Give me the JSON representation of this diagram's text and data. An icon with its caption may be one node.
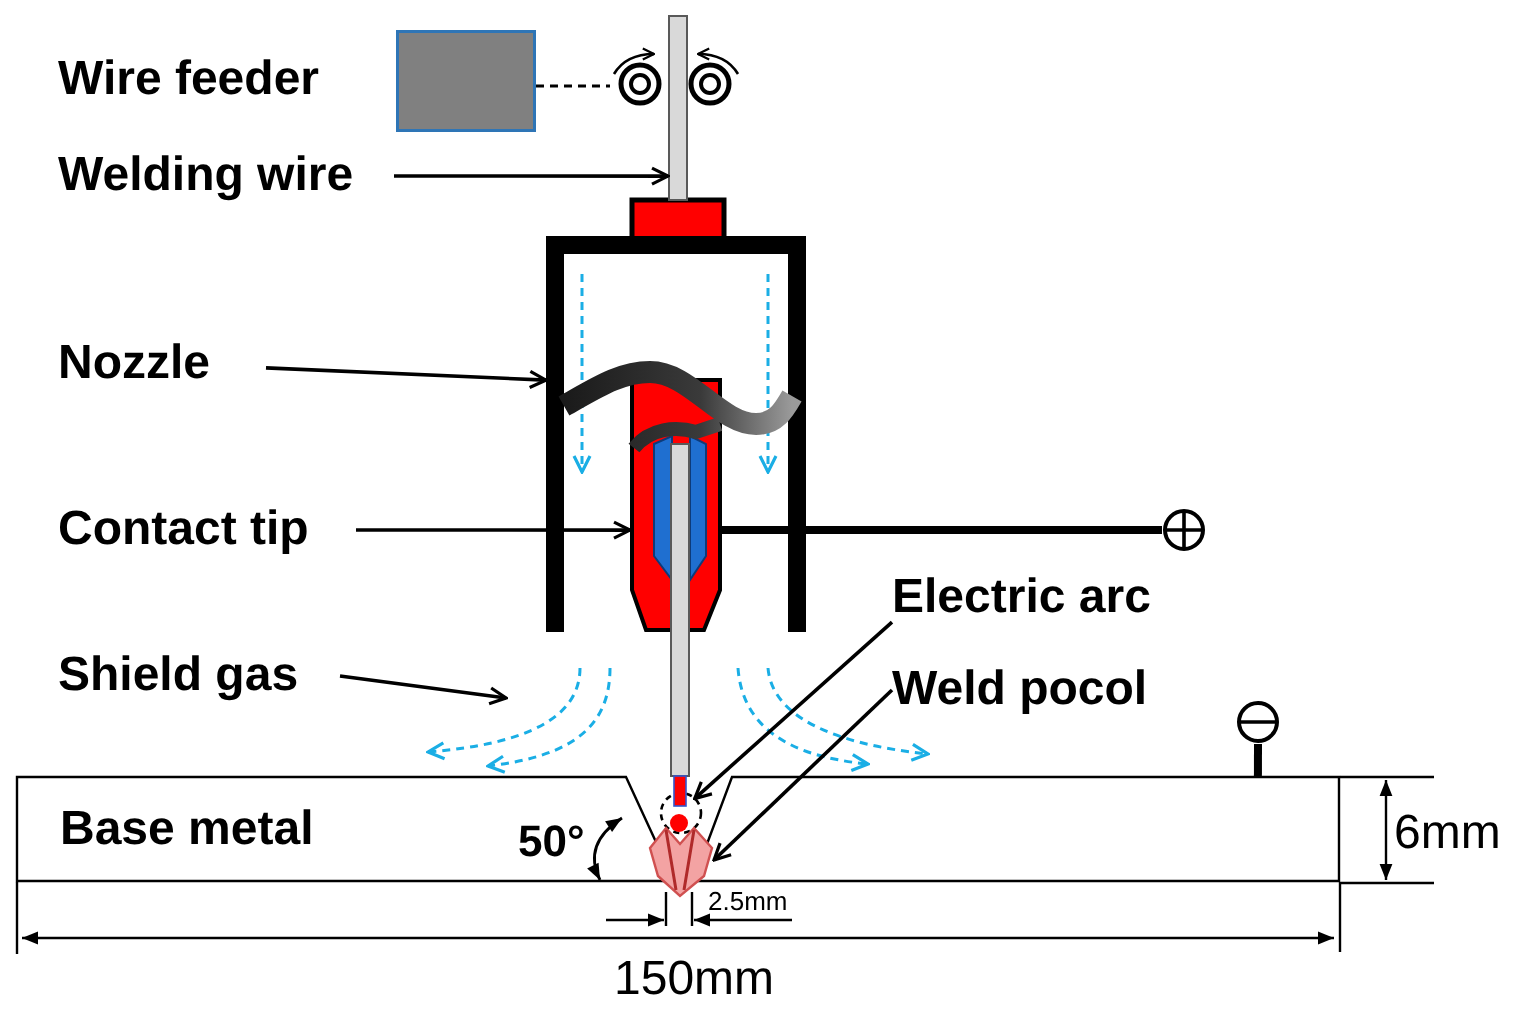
{
  "diagram": {
    "nodes": [
      {
        "text": [],
        "shape": "box"
      },
      {
        "text": [],
        "shape": "circle"
      },
      {
        "text": [
          "Welding wire"
        ]
      },
      {
        "text": [],
        "shape": "bar"
      },
      {
        "text": [
          "Nozzle"
        ]
      },
      {
        "text": [],
        "shape": "box"
      },
      {
        "text": [
          "Contact tip"
        ]
      },
      {
        "text": [],
        "shape": "picture",
        "in": 5
      },
      {
        "text": [],
        "shape": "circle"
      },
      {
        "text": [
          "Electric arc"
        ]
      },
      {
        "text": [
          "Shield gas"
        ]
      },
      {
        "text": [
          "Weld pocol"
        ]
      },
      {
        "text": [],
        "shape": "circle"
      },
      {
        "text": [
          "Base metal"
        ]
      },
      {
        "text": [],
        "shape": "circle",
        "in": 13
      },
      {
        "text": [],
        "shape": "picture"
      }
    ],
    "edges": [
      {
        "from": 0,
        "to": 1,
        "arrow": "none",
        "style": "dashed"
      },
      {
        "from": 2,
        "to": 3,
        "arrow": "to"
      },
      {
        "from": 4,
        "to": 5,
        "arrow": "to"
      },
      {
        "from": 6,
        "to": 7,
        "arrow": "to"
      },
      {
        "from": 7,
        "to": 8,
        "arrow": "none",
        "style": "thick"
      },
      {
        "from": 9,
        "to": 14,
        "arrow": "to"
      },
      {
        "from": 10,
        "to": null,
        "arrow": "to"
      },
      {
        "from": 11,
        "to": 15,
        "arrow": "to"
      },
      {
        "from": 12,
        "to": 13,
        "arrow": "none",
        "style": "thick"
      }
    ],
    "labels": [
      "Wire feeder",
      "6mm",
      "50°",
      "2.5mm",
      "150mm"
    ]
  }
}
